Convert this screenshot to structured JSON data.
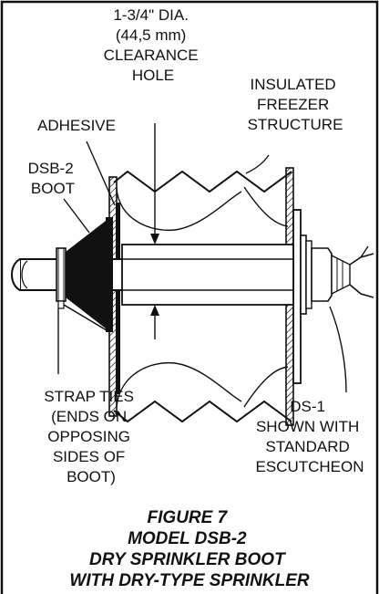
{
  "labels": {
    "clearance_hole": [
      "1-3/4\" DIA.",
      "(44,5 mm)",
      "CLEARANCE",
      "HOLE"
    ],
    "adhesive": [
      "ADHESIVE"
    ],
    "boot": [
      "DSB-2",
      "BOOT"
    ],
    "structure": [
      "INSULATED",
      "FREEZER",
      "STRUCTURE"
    ],
    "strap_ties": [
      "STRAP TIES",
      "(ENDS ON",
      "OPPOSING",
      "SIDES OF",
      "BOOT)"
    ],
    "ds1": [
      "DS-1",
      "SHOWN WITH",
      "STANDARD",
      "ESCUTCHEON"
    ]
  },
  "caption": [
    "FIGURE 7",
    "MODEL DSB-2",
    "DRY SPRINKLER BOOT",
    "WITH DRY-TYPE SPRINKLER"
  ],
  "colors": {
    "ink": "#111111",
    "paper": "#ffffff"
  }
}
